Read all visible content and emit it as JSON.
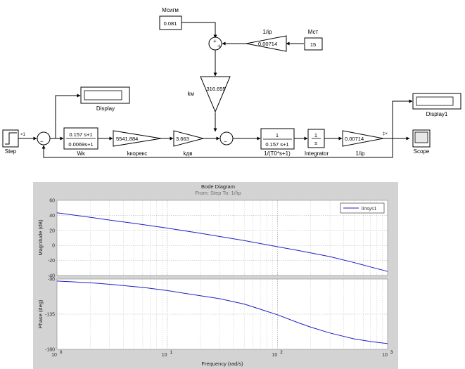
{
  "diagram": {
    "blocks": {
      "step": "Step",
      "display": "Display",
      "wk_num": "0.157 s+1",
      "wk_den": "0.0069s+1",
      "wk": "Wк",
      "kkoreks_value": "5541.884",
      "kkoreks": "kкорекс",
      "kdp_value": "3.663",
      "kdp": "kдв",
      "msigm": "Мсигм",
      "msigm_value": "0.081",
      "inv_ip_top": "1/ip",
      "gain_top_value": "0.00714",
      "mst": "Мст",
      "mst_value": "15",
      "km": "kм",
      "km_value": "316.655",
      "tf2_num": "1",
      "tf2_den": "0.157 s+1",
      "tf2": "1/(T0*s+1)",
      "integrator_num": "1",
      "integrator_den": "s",
      "integrator": "Integrator",
      "gain_out_value": "0.00714",
      "inv_ip_out": "1/ip",
      "display1": "Display1",
      "scope": "Scope"
    },
    "signs": {
      "sum1_minus": "−",
      "sum2_plus_top": "+",
      "sum2_plus_right": "+",
      "sum3_minus": "−"
    }
  },
  "chart_data": {
    "type": "line",
    "title": "Bode Diagram",
    "subtitle": "From: Step  To: 1//ip",
    "xlabel": "Frequency  (rad/s)",
    "xscale": "log",
    "xlim": [
      1,
      1000
    ],
    "x_ticks": [
      1,
      10,
      100,
      1000
    ],
    "x_tick_labels": [
      {
        "base": "10",
        "exp": "0"
      },
      {
        "base": "10",
        "exp": "1"
      },
      {
        "base": "10",
        "exp": "2"
      },
      {
        "base": "10",
        "exp": "3"
      }
    ],
    "legend": {
      "entries": [
        "linsys1"
      ],
      "position": "top-right"
    },
    "grid": true,
    "color": "#1f1fc8",
    "panels": [
      {
        "ylabel": "Magnitude (dB)",
        "ylim": [
          -40,
          60
        ],
        "yticks": [
          -40,
          -20,
          0,
          20,
          40,
          60
        ],
        "series": [
          {
            "name": "linsys1",
            "x": [
              1,
              2,
              3.16,
              5,
              6.37,
              10,
              20,
              30,
              50,
              100,
              150,
              200,
              300,
              500,
              700,
              1000
            ],
            "y": [
              43.5,
              37.5,
              33.3,
              29.3,
              27.2,
              23.1,
              16.2,
              11.9,
              6.5,
              -1.7,
              -6.4,
              -9.8,
              -14.9,
              -22.9,
              -28.6,
              -34.6
            ]
          }
        ]
      },
      {
        "ylabel": "Phase (deg)",
        "ylim": [
          -180,
          -90
        ],
        "yticks": [
          -180,
          -135,
          -90
        ],
        "series": [
          {
            "name": "linsys1",
            "x": [
              1,
              2,
              3.16,
              5,
              6.37,
              10,
              20,
              30,
              50,
              100,
              150,
              200,
              300,
              500,
              700,
              1000
            ],
            "y": [
              -92.6,
              -94.8,
              -96.9,
              -99.6,
              -101.2,
              -104.8,
              -111.4,
              -115.2,
              -122.0,
              -135.7,
              -145.3,
              -151.6,
              -159.1,
              -166.7,
              -170.0,
              -172.7
            ]
          }
        ]
      }
    ]
  }
}
